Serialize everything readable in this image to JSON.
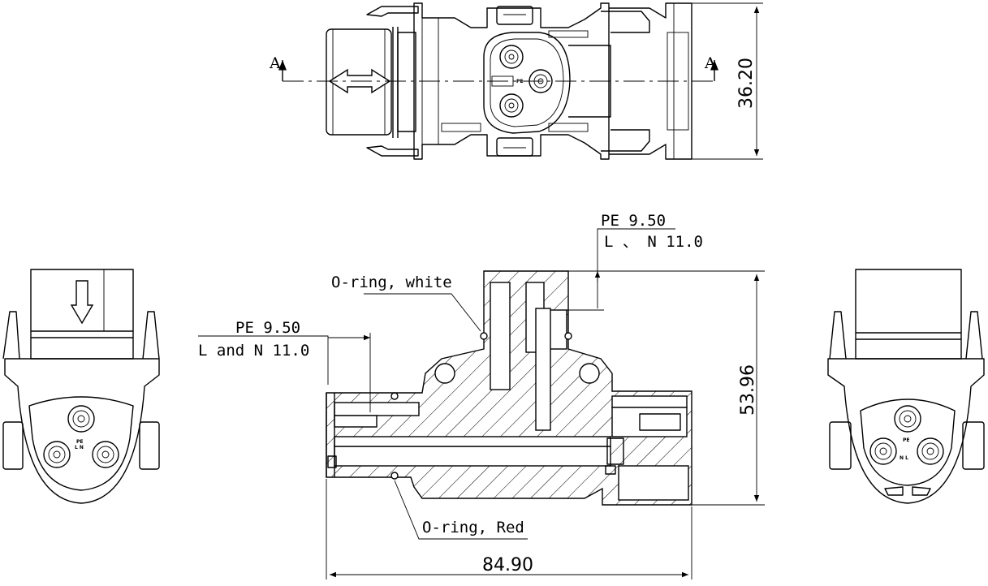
{
  "drawing": {
    "section_label_left": "A",
    "section_label_right": "A",
    "dims": {
      "width_top_view": "36.20",
      "height_section": "53.96",
      "length_section": "84.90"
    },
    "callouts": {
      "pe_top": "PE  9.50",
      "ln_top": "L 、 N  11.0",
      "pe_left": "PE  9.50",
      "ln_left": "L and N  11.0",
      "oring_white": "O-ring, white",
      "oring_red": "O-ring, Red"
    },
    "face_marks": {
      "left_face": "PE\nL N",
      "right_face_pe": "PE",
      "right_face_nl": "N L",
      "top_face_pe": "PE"
    }
  }
}
